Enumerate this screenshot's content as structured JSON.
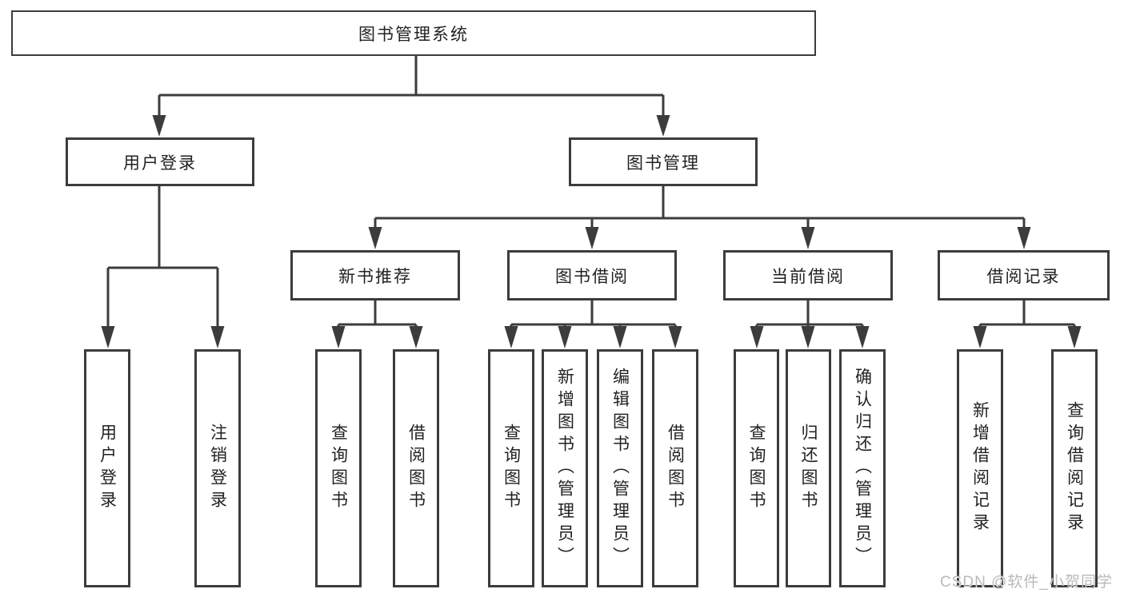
{
  "diagram": {
    "root": {
      "label": "图书管理系统"
    },
    "branches": {
      "user_login": {
        "label": "用户登录",
        "children": [
          "用户登录",
          "注销登录"
        ]
      },
      "book_mgmt": {
        "label": "图书管理",
        "sections": [
          {
            "label": "新书推荐",
            "children": [
              "查询图书",
              "借阅图书"
            ]
          },
          {
            "label": "图书借阅",
            "children": [
              "查询图书",
              "新增图书（管理员）",
              "编辑图书（管理员）",
              "借阅图书"
            ]
          },
          {
            "label": "当前借阅",
            "children": [
              "查询图书",
              "归还图书",
              "确认归还（管理员）"
            ]
          },
          {
            "label": "借阅记录",
            "children": [
              "新增借阅记录",
              "查询借阅记录"
            ]
          }
        ]
      }
    }
  },
  "watermark": "CSDN @软件_小贺同学",
  "colors": {
    "line": "#3c3c3c",
    "text": "#222222",
    "box_background": "#ffffff",
    "watermark": "#b9b9b9"
  }
}
